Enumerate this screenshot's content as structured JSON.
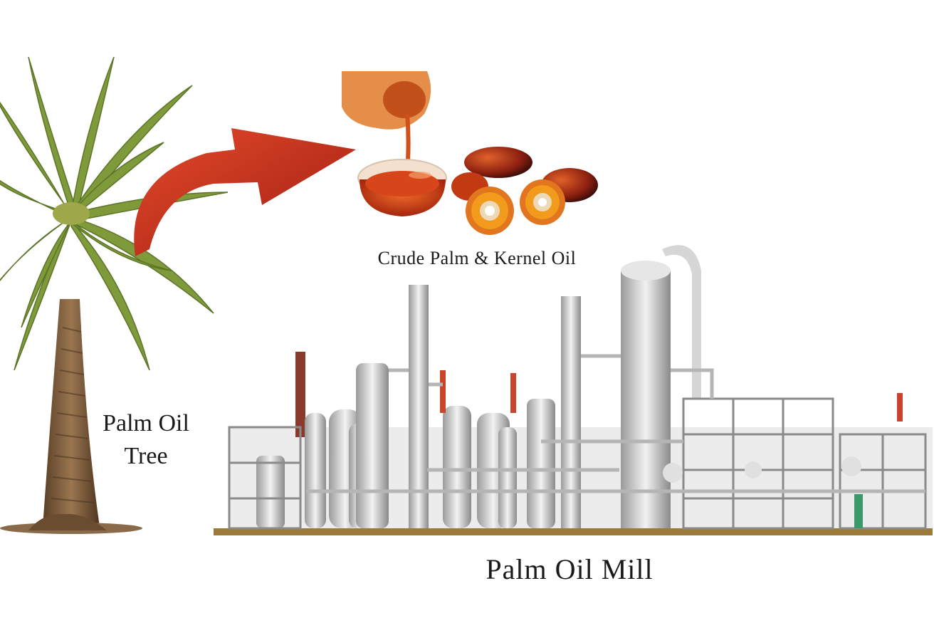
{
  "labels": {
    "oil": "Crude Palm & Kernel Oil",
    "tree_line1": "Palm Oil",
    "tree_line2": "Tree",
    "mill": "Palm Oil Mill"
  },
  "colors": {
    "arrow": "#c0281a",
    "oil": "#d7461b",
    "fruit_outer": "#c23a12",
    "fruit_inner": "#f29a1c",
    "frond": "#7f9a3a",
    "trunk": "#7a5a3a",
    "steel": "#cfcfcf",
    "red_accent": "#c8452c"
  },
  "icons": [
    "palm-tree-icon",
    "curved-arrow-icon",
    "oil-bowl-icon",
    "palm-fruit-icon",
    "refinery-icon"
  ]
}
